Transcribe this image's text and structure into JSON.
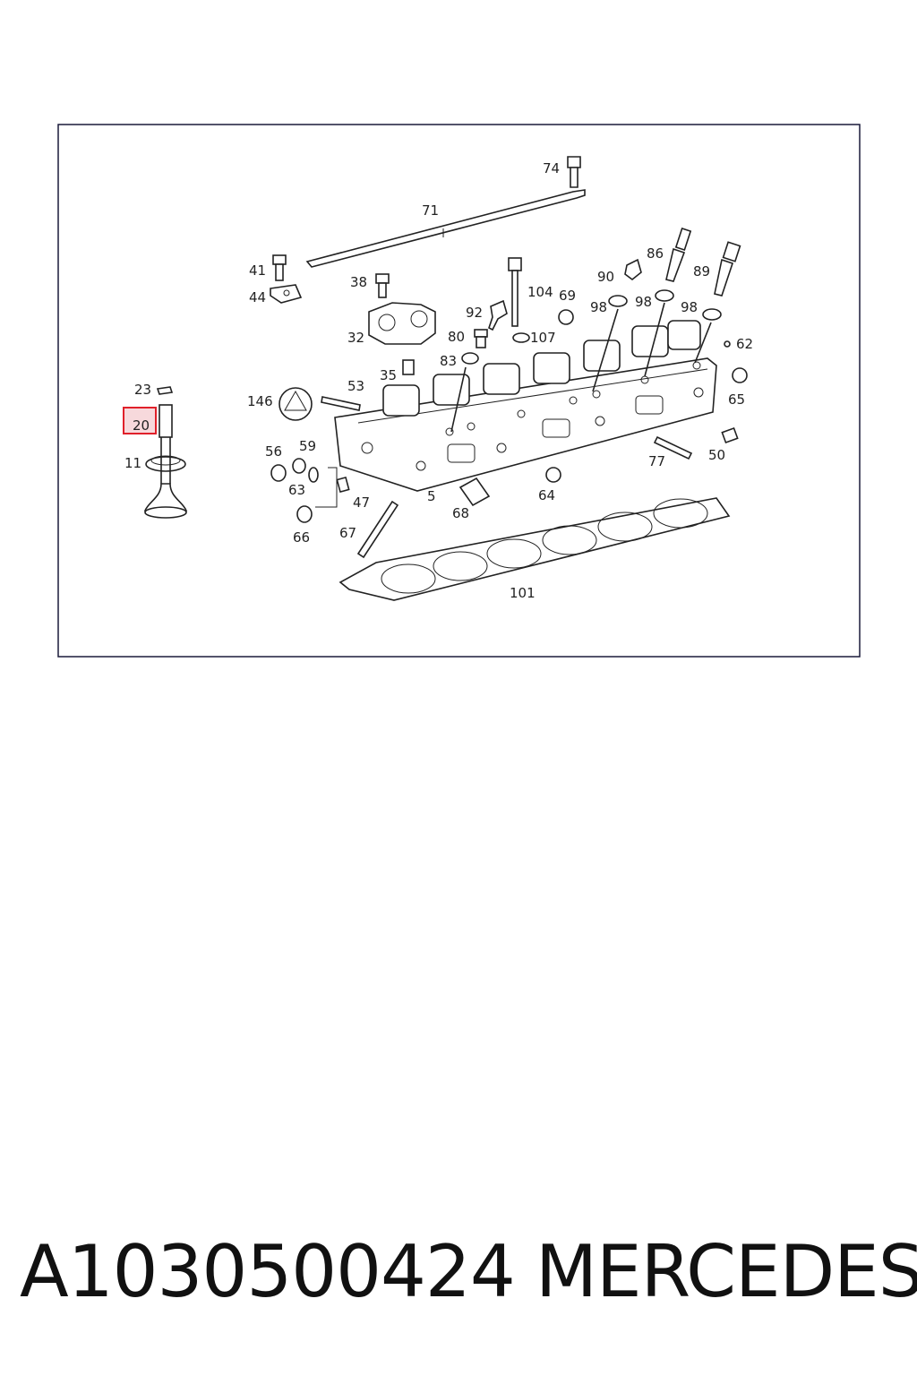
{
  "callouts": {
    "c74": "74",
    "c71": "71",
    "c41": "41",
    "c44": "44",
    "c38": "38",
    "c32": "32",
    "c104": "104",
    "c69": "69",
    "c90": "90",
    "c86": "86",
    "c89": "89",
    "c92": "92",
    "c80": "80",
    "c107": "107",
    "c98a": "98",
    "c98b": "98",
    "c98c": "98",
    "c62": "62",
    "c83": "83",
    "c35": "35",
    "c53": "53",
    "c23": "23",
    "c146": "146",
    "c65": "65",
    "c20": "20",
    "c11": "11",
    "c56": "56",
    "c59": "59",
    "c63": "63",
    "c5": "5",
    "c64": "64",
    "c77": "77",
    "c50": "50",
    "c47": "47",
    "c68": "68",
    "c66": "66",
    "c67": "67",
    "c101": "101"
  },
  "highlighted_callout": "20",
  "highlight_color": "#e0202a",
  "footer": {
    "part_number": "A1030500424",
    "brand": "MERCEDES"
  }
}
